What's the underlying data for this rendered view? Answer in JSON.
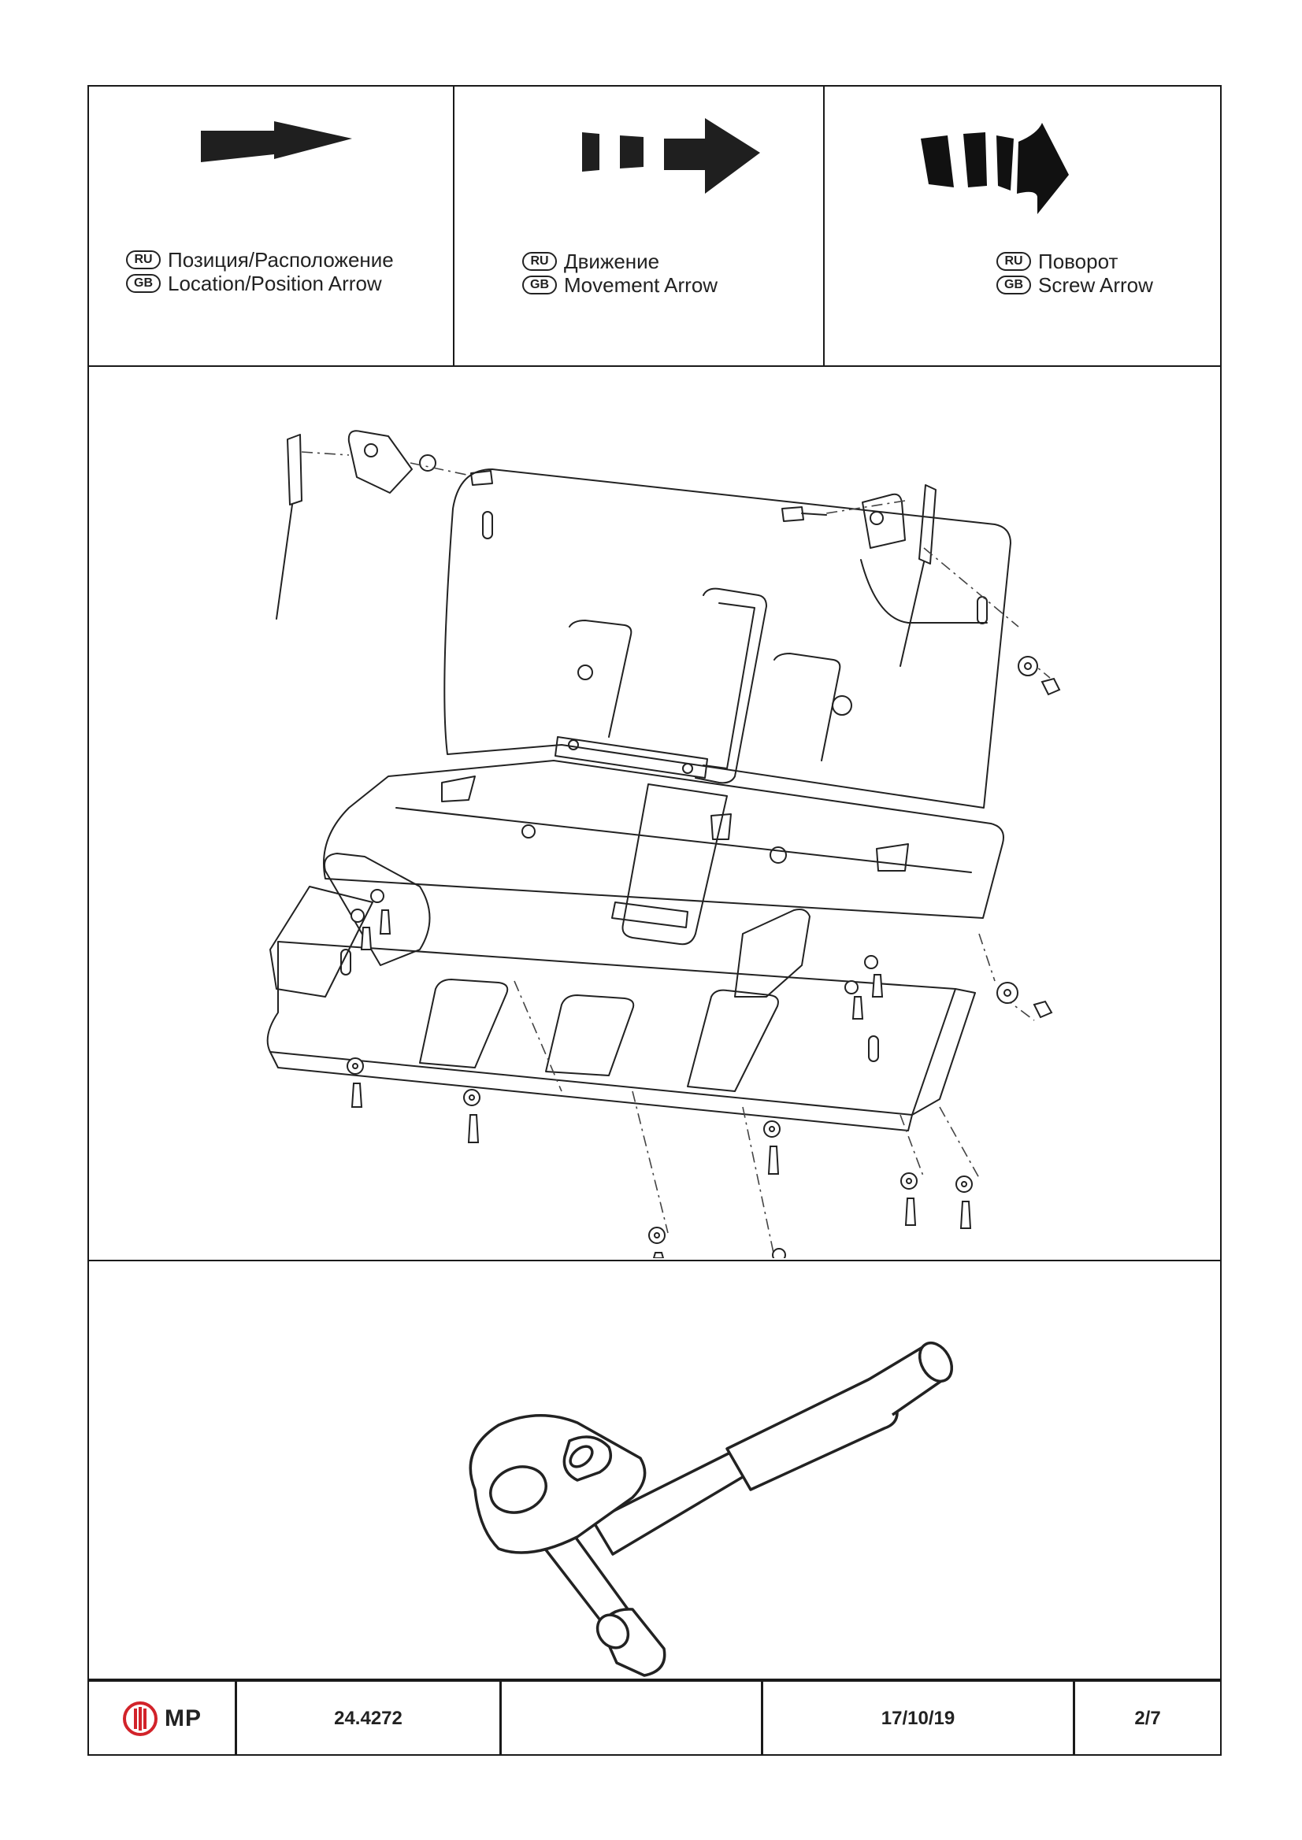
{
  "legend": {
    "items": [
      {
        "icon": "location-position-arrow-icon",
        "ru_code": "RU",
        "gb_code": "GB",
        "ru_label": "Позиция/Расположение",
        "gb_label": "Location/Position Arrow"
      },
      {
        "icon": "movement-arrow-icon",
        "ru_code": "RU",
        "gb_code": "GB",
        "ru_label": "Движение",
        "gb_label": "Movement Arrow"
      },
      {
        "icon": "screw-arrow-icon",
        "ru_code": "RU",
        "gb_code": "GB",
        "ru_label": "Поворот",
        "gb_label": "Screw Arrow"
      }
    ]
  },
  "diagram": {
    "icon": "skid-plate-exploded-view-icon"
  },
  "tool": {
    "icon": "ratchet-wrench-icon"
  },
  "title_block": {
    "logo_text": "MP",
    "logo_icon": "mp-logo-icon",
    "part_number": "24.4272",
    "blank": "",
    "date": "17/10/19",
    "page": "2/7",
    "logo_color": "#d2232a"
  }
}
